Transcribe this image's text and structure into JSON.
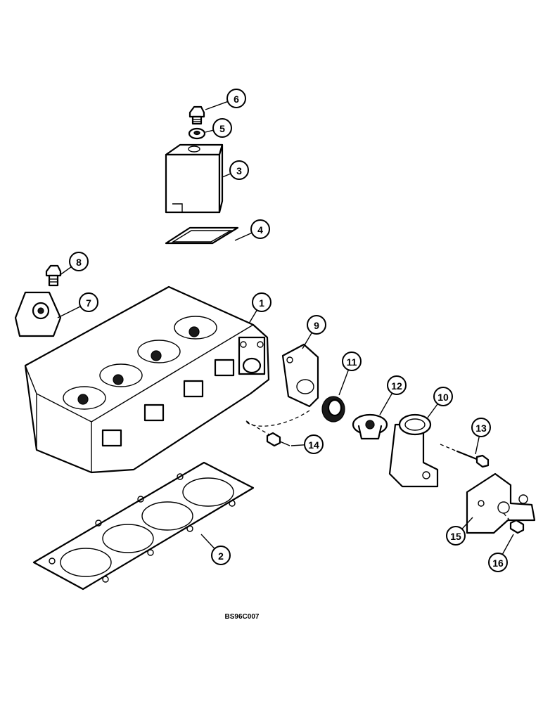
{
  "diagram": {
    "figure_code": "BS96C007",
    "callouts": [
      "1",
      "2",
      "3",
      "4",
      "5",
      "6",
      "7",
      "8",
      "9",
      "10",
      "11",
      "12",
      "13",
      "14",
      "15",
      "16"
    ]
  }
}
